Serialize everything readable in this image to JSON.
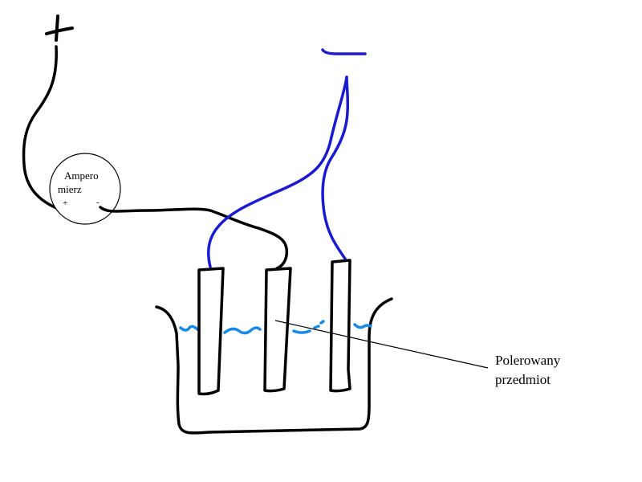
{
  "ammeter": {
    "label_line1": "Ampero",
    "label_line2": "mierz",
    "plus_sign": "+",
    "minus_sign": "-"
  },
  "callout": {
    "line1": "Polerowany",
    "line2": "przedmiot"
  },
  "colors": {
    "wire_black": "#000000",
    "wire_blue": "#1a1ad0",
    "electrolyte": "#1a8ae6"
  }
}
